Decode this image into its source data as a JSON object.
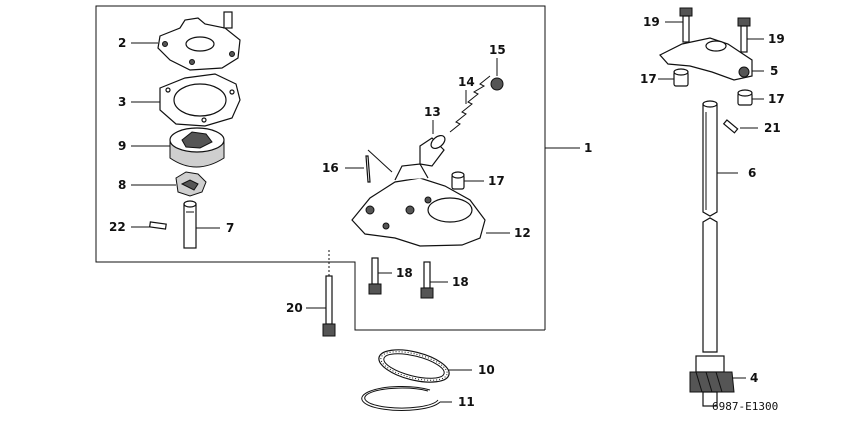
{
  "diagram": {
    "code": "6987-E1300",
    "callouts": [
      {
        "id": "c1",
        "label": "1"
      },
      {
        "id": "c2",
        "label": "2"
      },
      {
        "id": "c3",
        "label": "3"
      },
      {
        "id": "c4",
        "label": "4"
      },
      {
        "id": "c5",
        "label": "5"
      },
      {
        "id": "c6",
        "label": "6"
      },
      {
        "id": "c7",
        "label": "7"
      },
      {
        "id": "c8",
        "label": "8"
      },
      {
        "id": "c9",
        "label": "9"
      },
      {
        "id": "c10",
        "label": "10"
      },
      {
        "id": "c11",
        "label": "11"
      },
      {
        "id": "c12",
        "label": "12"
      },
      {
        "id": "c13",
        "label": "13"
      },
      {
        "id": "c14",
        "label": "14"
      },
      {
        "id": "c15",
        "label": "15"
      },
      {
        "id": "c16",
        "label": "16"
      },
      {
        "id": "c17a",
        "label": "17"
      },
      {
        "id": "c17b",
        "label": "17"
      },
      {
        "id": "c17c",
        "label": "17"
      },
      {
        "id": "c18a",
        "label": "18"
      },
      {
        "id": "c18b",
        "label": "18"
      },
      {
        "id": "c19a",
        "label": "19"
      },
      {
        "id": "c19b",
        "label": "19"
      },
      {
        "id": "c20",
        "label": "20"
      },
      {
        "id": "c21",
        "label": "21"
      },
      {
        "id": "c22",
        "label": "22"
      }
    ]
  }
}
